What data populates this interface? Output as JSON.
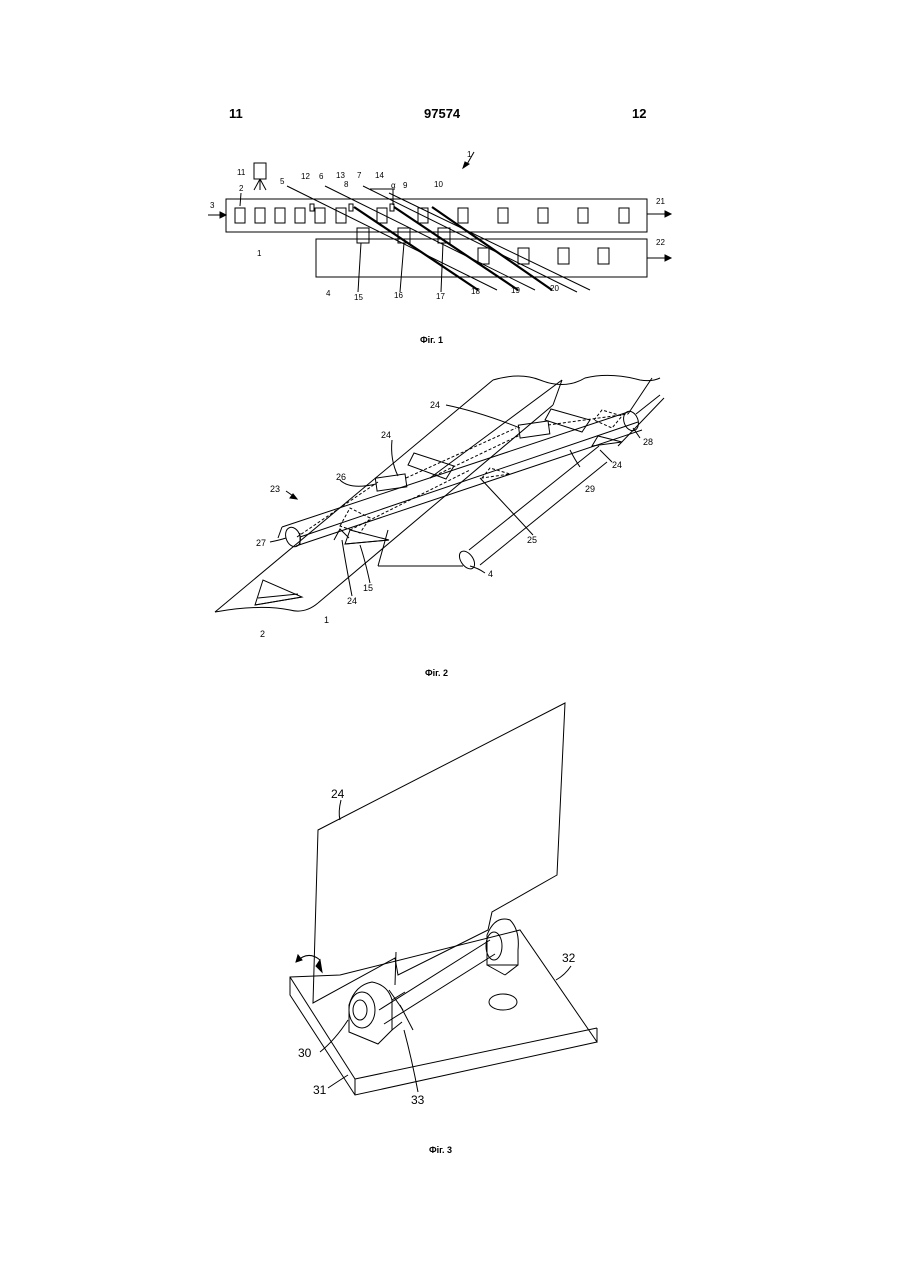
{
  "header": {
    "left_page": "11",
    "patent_number": "97574",
    "right_page": "12"
  },
  "fig1": {
    "caption": "Фіг. 1",
    "labels": {
      "l1": "1",
      "l2": "2",
      "l3": "3",
      "l4": "4",
      "l5": "5",
      "l6": "6",
      "l7": "7",
      "l8": "8",
      "l9": "9",
      "l10": "10",
      "l11": "11",
      "l12": "12",
      "l13": "13",
      "l14": "14",
      "alpha": "α",
      "l15": "15",
      "l16": "16",
      "l17": "17",
      "l18": "18",
      "l19": "19",
      "l20": "20",
      "l21": "21",
      "l22": "22",
      "l1b": "1"
    }
  },
  "fig2": {
    "caption": "Фіг. 2",
    "labels": {
      "l24a": "24",
      "l24b": "24",
      "l24c": "24",
      "l24d": "24",
      "l23": "23",
      "l26": "26",
      "l27": "27",
      "l28": "28",
      "l29": "29",
      "l25": "25",
      "l15": "15",
      "l4": "4",
      "l2": "2",
      "l1": "1"
    }
  },
  "fig3": {
    "caption": "Фіг. 3",
    "labels": {
      "l24": "24",
      "l32": "32",
      "l30": "30",
      "l31": "31",
      "l33": "33"
    }
  }
}
